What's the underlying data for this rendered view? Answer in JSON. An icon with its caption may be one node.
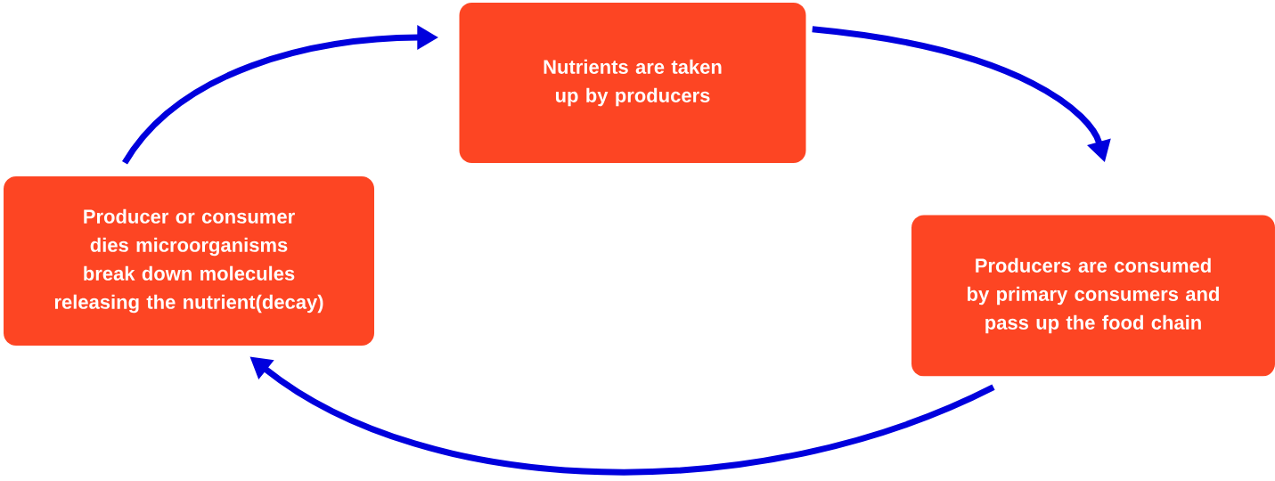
{
  "diagram": {
    "nodes": [
      {
        "text": [
          "Nutrients are taken up by producers"
        ]
      },
      {
        "text": [
          "Producers are consumed by primary consumers and pass up the food chain"
        ]
      },
      {
        "text": [
          "Producer or consumer dies microorganisms break down molecules releasing the nutrient(decay)"
        ]
      }
    ],
    "edges": [
      {
        "from": 0,
        "to": 1,
        "arrow": "to"
      },
      {
        "from": 1,
        "to": 2,
        "arrow": "to"
      },
      {
        "from": 2,
        "to": 0,
        "arrow": "to"
      }
    ]
  }
}
